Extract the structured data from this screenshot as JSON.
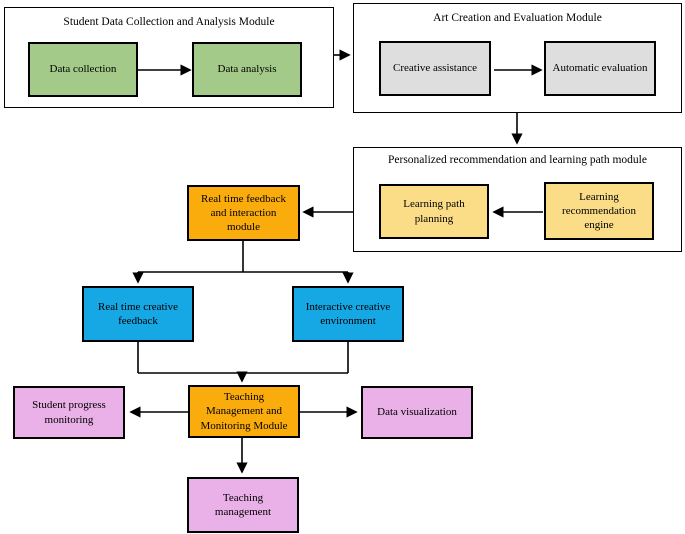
{
  "diagram": {
    "modules": [
      {
        "title": "Student Data Collection and Analysis Module",
        "children": [
          "Data collection",
          "Data analysis"
        ]
      },
      {
        "title": "Art Creation and Evaluation Module",
        "children": [
          "Creative assistance",
          "Automatic evaluation"
        ]
      },
      {
        "title": "Personalized recommendation and learning path module",
        "children": [
          "Learning path planning",
          "Learning recommendation engine"
        ]
      }
    ],
    "nodes": {
      "realtime_module": "Real time feedback and interaction module",
      "realtime_creative_feedback": "Real time creative feedback",
      "interactive_creative_environment": "Interactive creative environment",
      "teaching_module": "Teaching Management and Monitoring Module",
      "student_progress_monitoring": "Student progress monitoring",
      "data_visualization": "Data visualization",
      "teaching_management": "Teaching management"
    },
    "edges": [
      {
        "from": "Data collection",
        "to": "Data analysis"
      },
      {
        "from": "Student Data Collection and Analysis Module",
        "to": "Art Creation and Evaluation Module"
      },
      {
        "from": "Creative assistance",
        "to": "Automatic evaluation"
      },
      {
        "from": "Art Creation and Evaluation Module",
        "to": "Personalized recommendation and learning path module"
      },
      {
        "from": "Learning recommendation engine",
        "to": "Learning path planning"
      },
      {
        "from": "Personalized recommendation and learning path module",
        "to": "Real time feedback and interaction module"
      },
      {
        "from": "Real time feedback and interaction module",
        "to": "Real time creative feedback"
      },
      {
        "from": "Real time feedback and interaction module",
        "to": "Interactive creative environment"
      },
      {
        "from": "Real time creative feedback",
        "to": "Teaching Management and Monitoring Module"
      },
      {
        "from": "Interactive creative environment",
        "to": "Teaching Management and Monitoring Module"
      },
      {
        "from": "Teaching Management and Monitoring Module",
        "to": "Student progress monitoring"
      },
      {
        "from": "Teaching Management and Monitoring Module",
        "to": "Data visualization"
      },
      {
        "from": "Teaching Management and Monitoring Module",
        "to": "Teaching management"
      }
    ],
    "colors": {
      "green": "#A3CA89",
      "gray": "#DEDEDE",
      "yellow": "#FBDC87",
      "orange": "#FBAC0D",
      "blue": "#16A7E5",
      "purple": "#EAB0E8",
      "border": "#000000",
      "background": "#FFFFFF"
    }
  }
}
